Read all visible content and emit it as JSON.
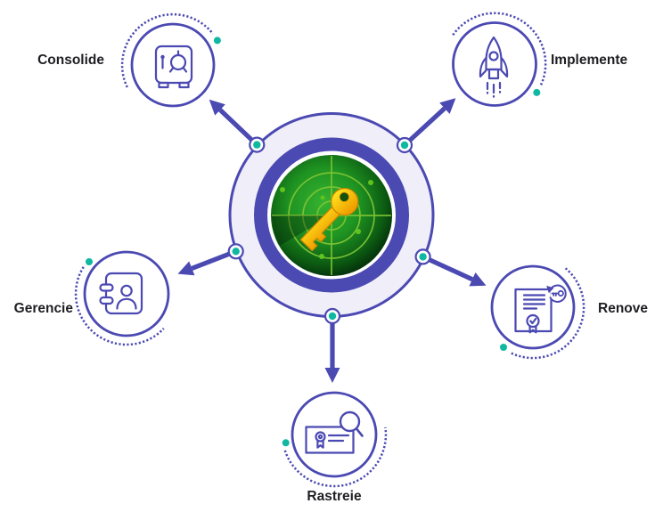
{
  "diagram": {
    "center_icon": "radar-key",
    "nodes": [
      {
        "label": "Consolide",
        "icon": "safe"
      },
      {
        "label": "Implemente",
        "icon": "rocket"
      },
      {
        "label": "Gerencie",
        "icon": "contacts-book"
      },
      {
        "label": "Renove",
        "icon": "certificate-renew-key"
      },
      {
        "label": "Rastreie",
        "icon": "certificate-magnifier"
      }
    ],
    "colors": {
      "indigo": "#4B49B2",
      "lavender": "#EFEEF9",
      "teal": "#10B8A1",
      "label_text": "#1F1F23",
      "radar_bright": "#36B331",
      "radar_dark": "#03290A",
      "radar_grid": "#7CC334",
      "key_gold": "#FFE31E",
      "key_amber": "#F09E00"
    }
  }
}
